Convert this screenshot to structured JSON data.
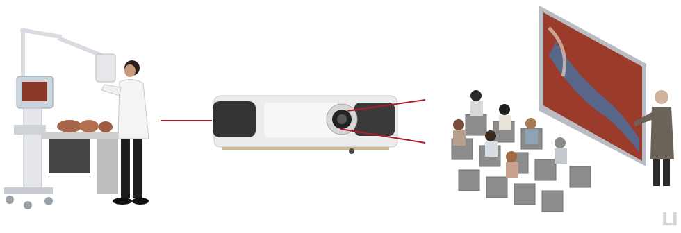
{
  "scene": {
    "left_panel": "surgical-imaging-station",
    "center_panel": "video-projector",
    "right_panel": "audience-viewing-projection"
  },
  "colors": {
    "connector": "#b01c2e",
    "projector_body": "#e9e9e9",
    "projector_vent": "#3a3a3a",
    "chair": "#8c8c8c",
    "screen_frame": "#b9bcc3",
    "screen_tissue": "#9b3b2c",
    "vessel_blue": "#4b6f9a"
  },
  "icons": [
    "medical-workstation-icon",
    "projector-icon",
    "audience-icon",
    "projection-screen-icon",
    "presenter-icon"
  ]
}
